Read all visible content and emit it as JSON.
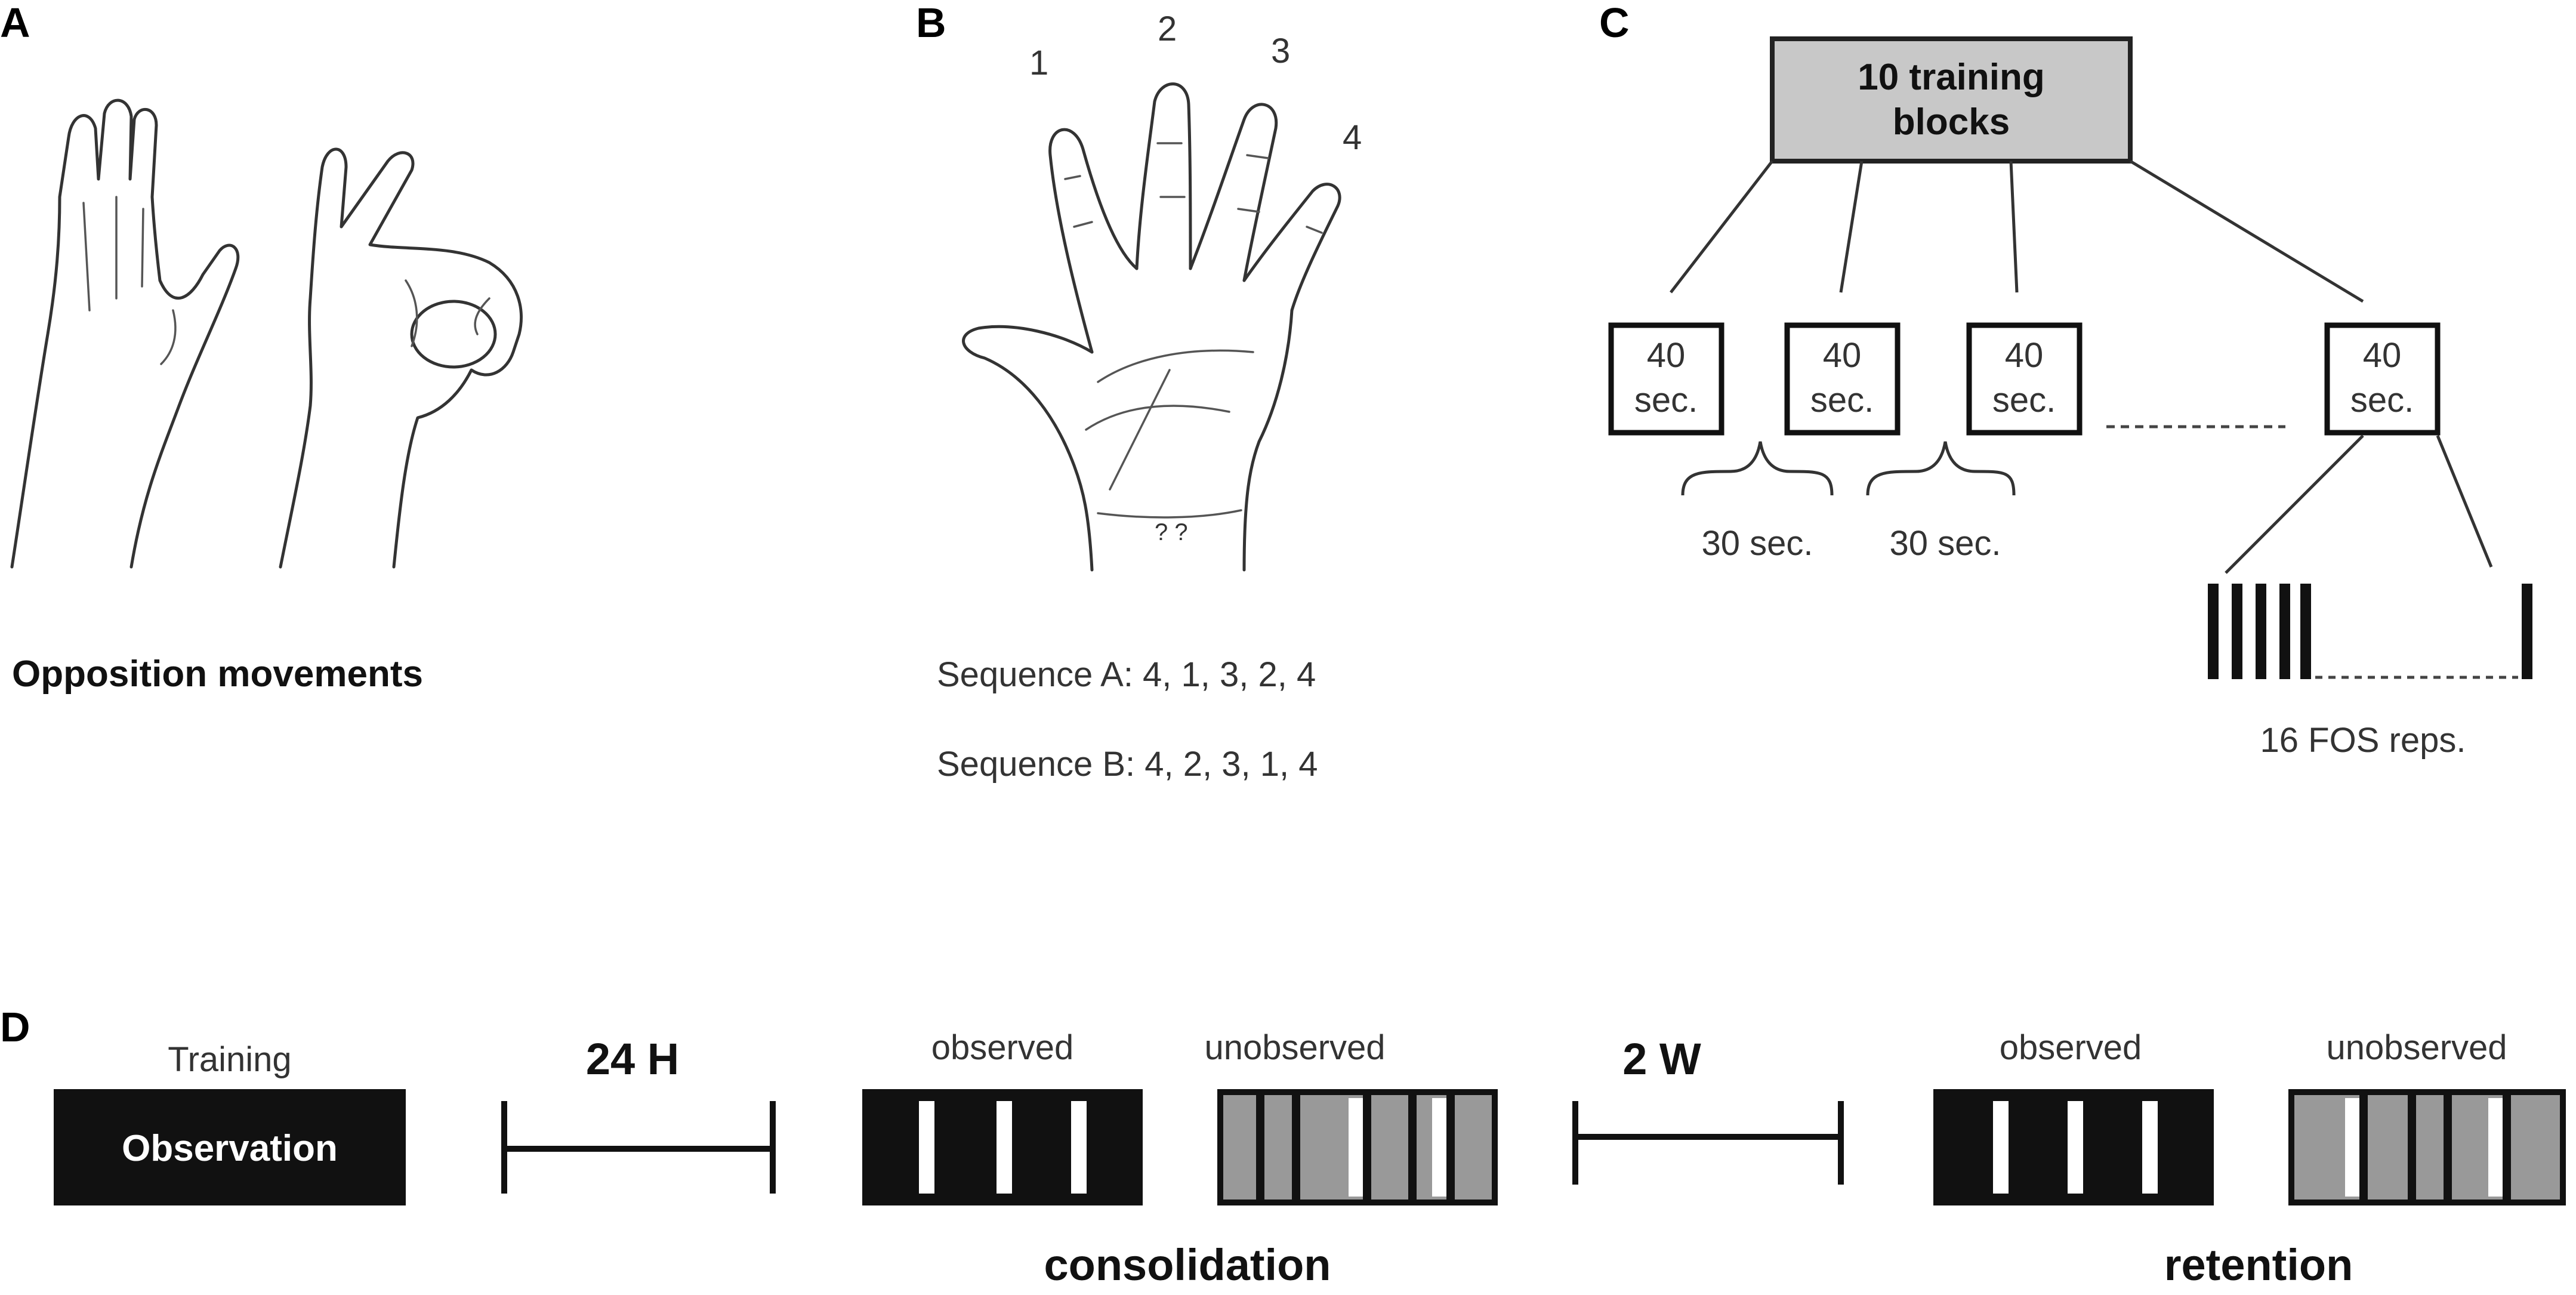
{
  "panels": {
    "a": {
      "letter": "A",
      "caption": "Opposition movements"
    },
    "b": {
      "letter": "B",
      "finger_numbers": [
        "1",
        "2",
        "3",
        "4"
      ],
      "sequence_a": "Sequence A: 4, 1, 3, 2, 4",
      "sequence_b": "Sequence B: 4, 2, 3, 1, 4"
    },
    "c": {
      "letter": "C",
      "root_line1": "10 training",
      "root_line2": "blocks",
      "block_line1": "40",
      "block_line2": "sec.",
      "rest_label_1": "30 sec.",
      "rest_label_2": "30 sec.",
      "reps_label": "16 FOS reps."
    },
    "d": {
      "letter": "D",
      "training_label": "Training",
      "observation_label": "Observation",
      "interval_1": "24 H",
      "interval_2": "2 W",
      "observed_label_1": "observed",
      "unobserved_label_1": "unobserved",
      "observed_label_2": "observed",
      "unobserved_label_2": "unobserved",
      "consolidation_label": "consolidation",
      "retention_label": "retention"
    }
  },
  "colors": {
    "black_box": "#111111",
    "gray_fill": "#999999",
    "root_fill": "#c8c8c8",
    "line": "#333333"
  },
  "icons": {
    "panel_a": "hand-opposition-icon",
    "panel_b": "open-palm-icon"
  }
}
